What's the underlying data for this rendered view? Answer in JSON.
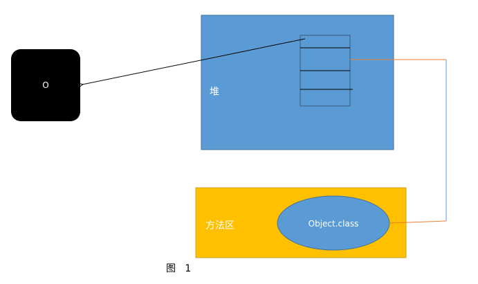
{
  "diagram": {
    "object_node": {
      "label": "O",
      "fill": "#000000",
      "text_color": "#ffffff"
    },
    "heap": {
      "label": "堆",
      "fill": "#5b9bd5",
      "stroke": "#41719c",
      "text_color": "#ffffff",
      "slot_table": {
        "row_count": 4,
        "stroke": "#3d5a7a"
      }
    },
    "method_area": {
      "label": "方法区",
      "fill": "#ffc000",
      "stroke": "#c9a227",
      "text_color": "#ffffff",
      "class_node": {
        "label": "Object.class",
        "fill": "#5b9bd5",
        "stroke": "#41719c",
        "text_color": "#ffffff"
      }
    },
    "connectors": {
      "reference_arrow_color": "#000000",
      "class_link_color_a": "#ed7d31",
      "class_link_color_b": "#5b9bd5"
    },
    "caption": "图   1"
  }
}
